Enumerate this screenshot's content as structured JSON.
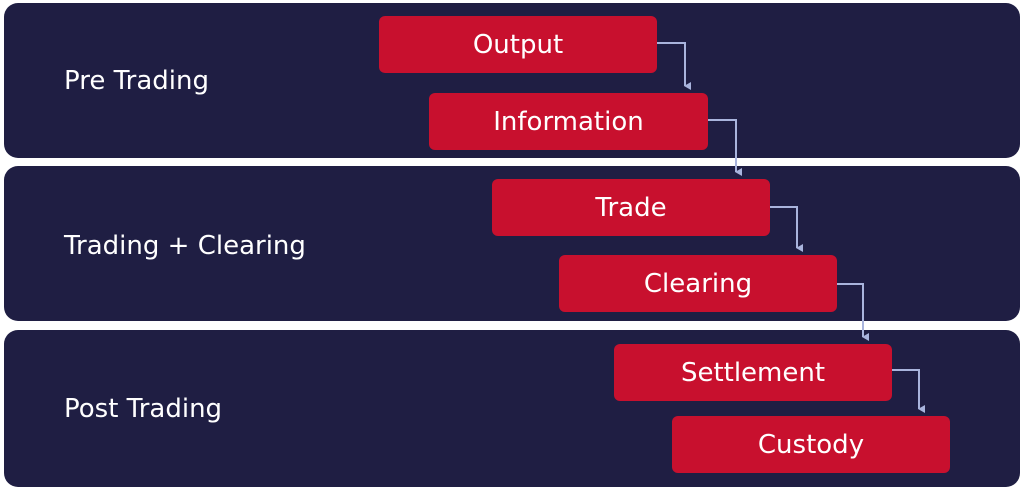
{
  "bands": [
    {
      "label": "Pre Trading"
    },
    {
      "label": "Trading + Clearing"
    },
    {
      "label": "Post Trading"
    }
  ],
  "steps": [
    {
      "label": "Output"
    },
    {
      "label": "Information"
    },
    {
      "label": "Trade"
    },
    {
      "label": "Clearing"
    },
    {
      "label": "Settlement"
    },
    {
      "label": "Custody"
    }
  ],
  "colors": {
    "band_background": "#1f1e43",
    "step_background": "#c8102e",
    "connector": "#a9b4dd",
    "text": "#ffffff"
  }
}
